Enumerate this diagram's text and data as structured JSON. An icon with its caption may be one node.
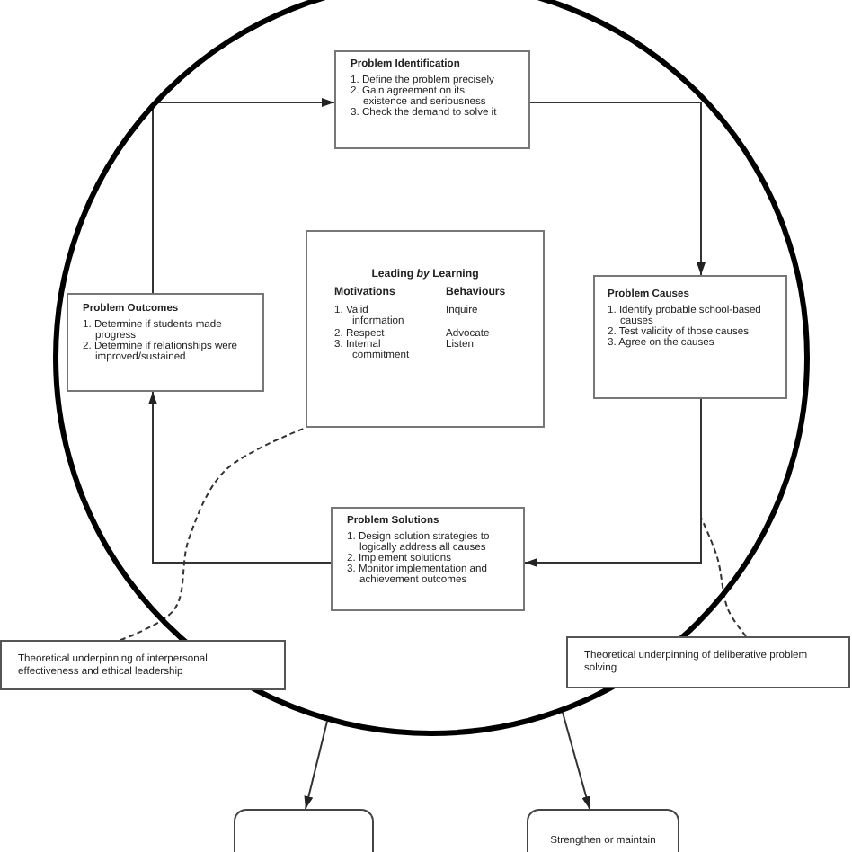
{
  "diagram": {
    "nodes": [
      {
        "text": [],
        "shape": "circle"
      },
      {
        "text": [
          "Problem Identification",
          "1. Define the problem precisely",
          "2. Gain agreement on its existence and seriousness",
          "3. Check the demand to solve it"
        ],
        "in": 0
      },
      {
        "text": [
          "Problem Outcomes",
          "1. Determine if students made progress",
          "2. Determine if relationships were improved/sustained"
        ],
        "in": 0
      },
      {
        "text": [
          "Leading *by* Learning",
          "Motivations",
          "1. Valid information",
          "2. Respect",
          "3. Internal commitment",
          "Behaviours",
          "Inquire",
          "Advocate",
          "Listen"
        ],
        "in": 0
      },
      {
        "text": [
          "Problem Causes",
          "1. Identify probable school-based causes",
          "2. Test validity of those causes",
          "3. Agree on the causes"
        ],
        "in": 0
      },
      {
        "text": [
          "Problem Solutions",
          "1. Design solution strategies to logically address all causes",
          "2. Implement solutions",
          "3. Monitor implementation and achievement outcomes"
        ],
        "in": 0
      },
      {
        "text": [
          "Theoretical underpinning of interpersonal effectiveness and ethical leadership"
        ]
      },
      {
        "text": [
          "Theoretical underpinning of deliberative problem solving"
        ]
      },
      {
        "text": [],
        "shape": "box"
      },
      {
        "text": [
          "Strengthen or maintain"
        ]
      }
    ],
    "edges": [
      {
        "from": 1,
        "to": 4,
        "arrow": "to"
      },
      {
        "from": 4,
        "to": 5,
        "arrow": "to"
      },
      {
        "from": 5,
        "to": 2,
        "arrow": "to"
      },
      {
        "from": 2,
        "to": 1,
        "arrow": "to"
      },
      {
        "from": 6,
        "to": 3,
        "arrow": "none",
        "style": "dashed"
      },
      {
        "from": 7,
        "to": null,
        "arrow": "none",
        "style": "dashed"
      },
      {
        "from": 0,
        "to": 8,
        "arrow": "to"
      },
      {
        "from": 0,
        "to": 9,
        "arrow": "to"
      }
    ]
  }
}
